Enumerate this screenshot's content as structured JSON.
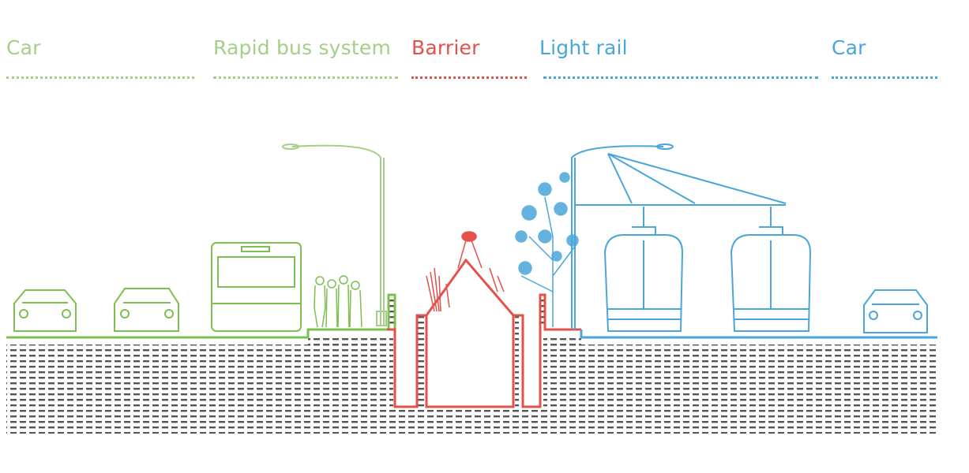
{
  "colors": {
    "green_text": "#a5cf88",
    "green": "#7cc04f",
    "red": "#e4504a",
    "blue": "#4aa6d9",
    "soil": "#555555"
  },
  "sections": [
    {
      "label": "Car",
      "color": "#a5cf88"
    },
    {
      "label": "Rapid bus system",
      "color": "#a5cf88"
    },
    {
      "label": "Barrier",
      "color": "#e4504a"
    },
    {
      "label": "Light rail",
      "color": "#4aa6d9"
    },
    {
      "label": "Car",
      "color": "#4aa6d9"
    }
  ]
}
